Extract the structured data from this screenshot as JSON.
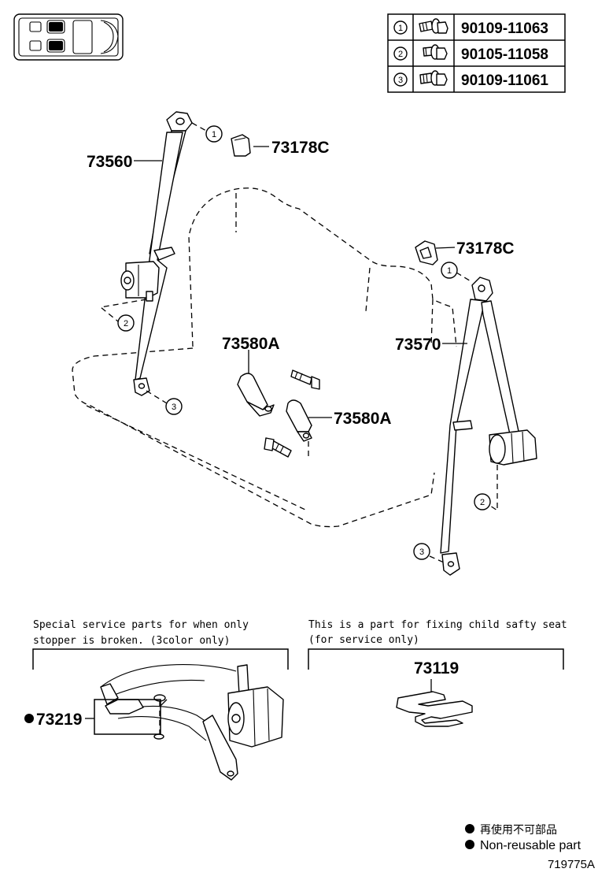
{
  "fastener_table": [
    {
      "num": "1",
      "part": "90109-11063"
    },
    {
      "num": "2",
      "part": "90105-11058"
    },
    {
      "num": "3",
      "part": "90109-11061"
    }
  ],
  "parts": {
    "belt_left": "73560",
    "cover_top": "73178C",
    "cover_right": "73178C",
    "belt_right": "73570",
    "buckle_a": "73580A",
    "buckle_b": "73580A",
    "stopper": "73219",
    "child_fix": "73119"
  },
  "callouts": {
    "c1a": "1",
    "c2a": "2",
    "c3a": "3",
    "c1b": "1",
    "c2b": "2",
    "c3b": "3"
  },
  "notes": {
    "special_line1": "Special service parts for when only",
    "special_line2": "stopper is broken. (3color only)",
    "child_line1": "This is a part for fixing child safty seat",
    "child_line2": "(for service only)"
  },
  "legend": {
    "jp": "再使用不可部品",
    "en": "Non-reusable part"
  },
  "figure_id": "719775A"
}
